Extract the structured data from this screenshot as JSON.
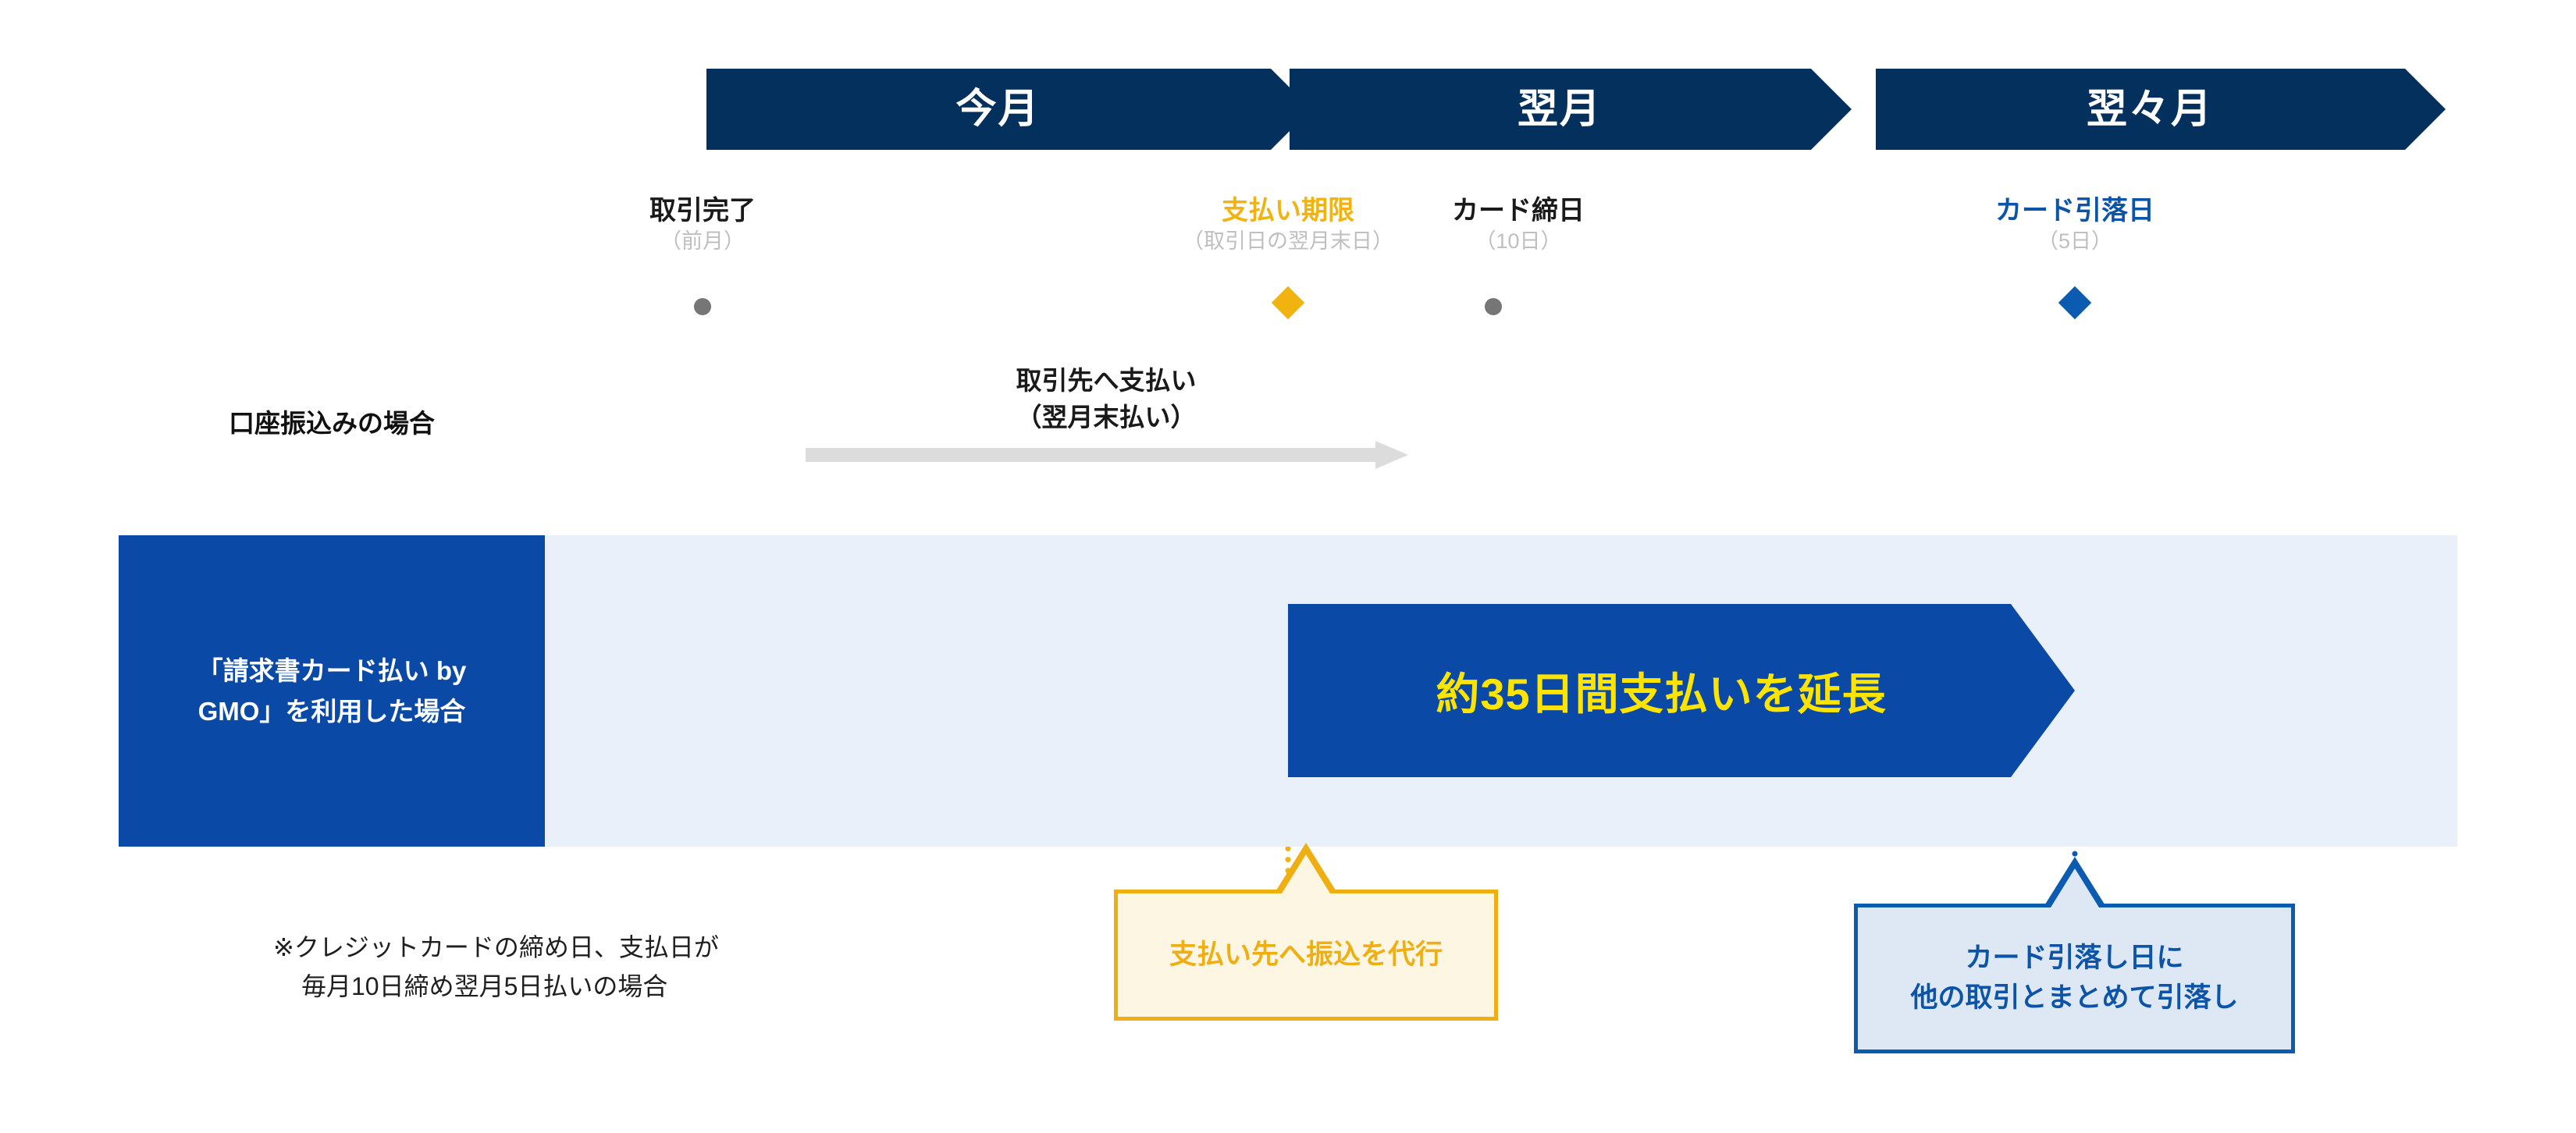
{
  "months": [
    {
      "label": "今月"
    },
    {
      "label": "翌月"
    },
    {
      "label": "翌々月"
    }
  ],
  "milestones": [
    {
      "title": "取引完了",
      "sub": "（前月）",
      "marker": "dot",
      "color": "#1a1a1a"
    },
    {
      "title": "支払い期限",
      "sub": "（取引日の翌月末日）",
      "marker": "diamond-gold",
      "color": "#f0b310"
    },
    {
      "title": "カード締日",
      "sub": "（10日）",
      "marker": "dot",
      "color": "#1a1a1a"
    },
    {
      "title": "カード引落日",
      "sub": "（5日）",
      "marker": "diamond-blue",
      "color": "#0b54a7"
    }
  ],
  "rows": {
    "bank": {
      "label": "口座振込みの場合",
      "flow_label_line1": "取引先へ支払い",
      "flow_label_line2": "（翌月末払い）"
    },
    "card": {
      "label_line1": "「請求書カード払い by",
      "label_line2": "GMO」を利用した場合",
      "extension_text": "約35日間支払いを延長"
    }
  },
  "footnote": {
    "line1": "※クレジットカードの締め日、支払日が",
    "line2": "毎月10日締め翌月5日払いの場合"
  },
  "callouts": {
    "gold": {
      "text": "支払い先へ振込を代行"
    },
    "blue": {
      "line1": "カード引落し日に",
      "line2": "他の取引とまとめて引落し"
    }
  },
  "colors": {
    "banner_navy": "#03305c",
    "brand_blue": "#0a4aa6",
    "accent_gold": "#f0b310",
    "highlight_yellow": "#ffe400",
    "row_tint": "#e9f0f9",
    "muted_gray": "#bfbfbf"
  }
}
